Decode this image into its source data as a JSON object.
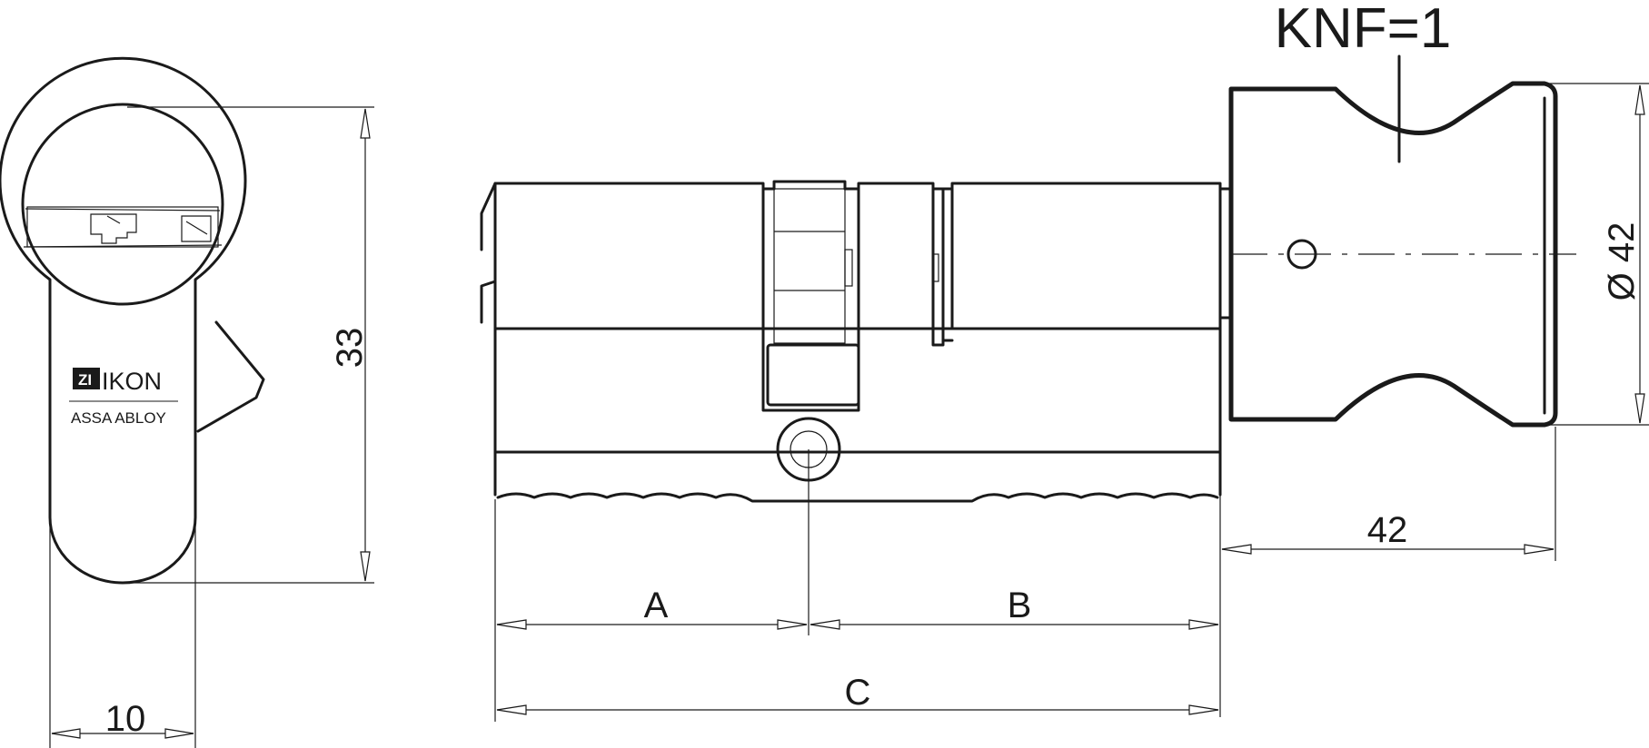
{
  "drawing": {
    "front_view": {
      "height_label": "33",
      "width_label": "10",
      "logo_mark": "ZI",
      "logo_name": "IKON",
      "logo_sub": "ASSA ABLOY"
    },
    "side_view": {
      "dim_a": "A",
      "dim_b": "B",
      "dim_c": "C",
      "knob_length": "42",
      "knob_diameter": "Ø 42",
      "knob_type": "KNF=1"
    }
  }
}
